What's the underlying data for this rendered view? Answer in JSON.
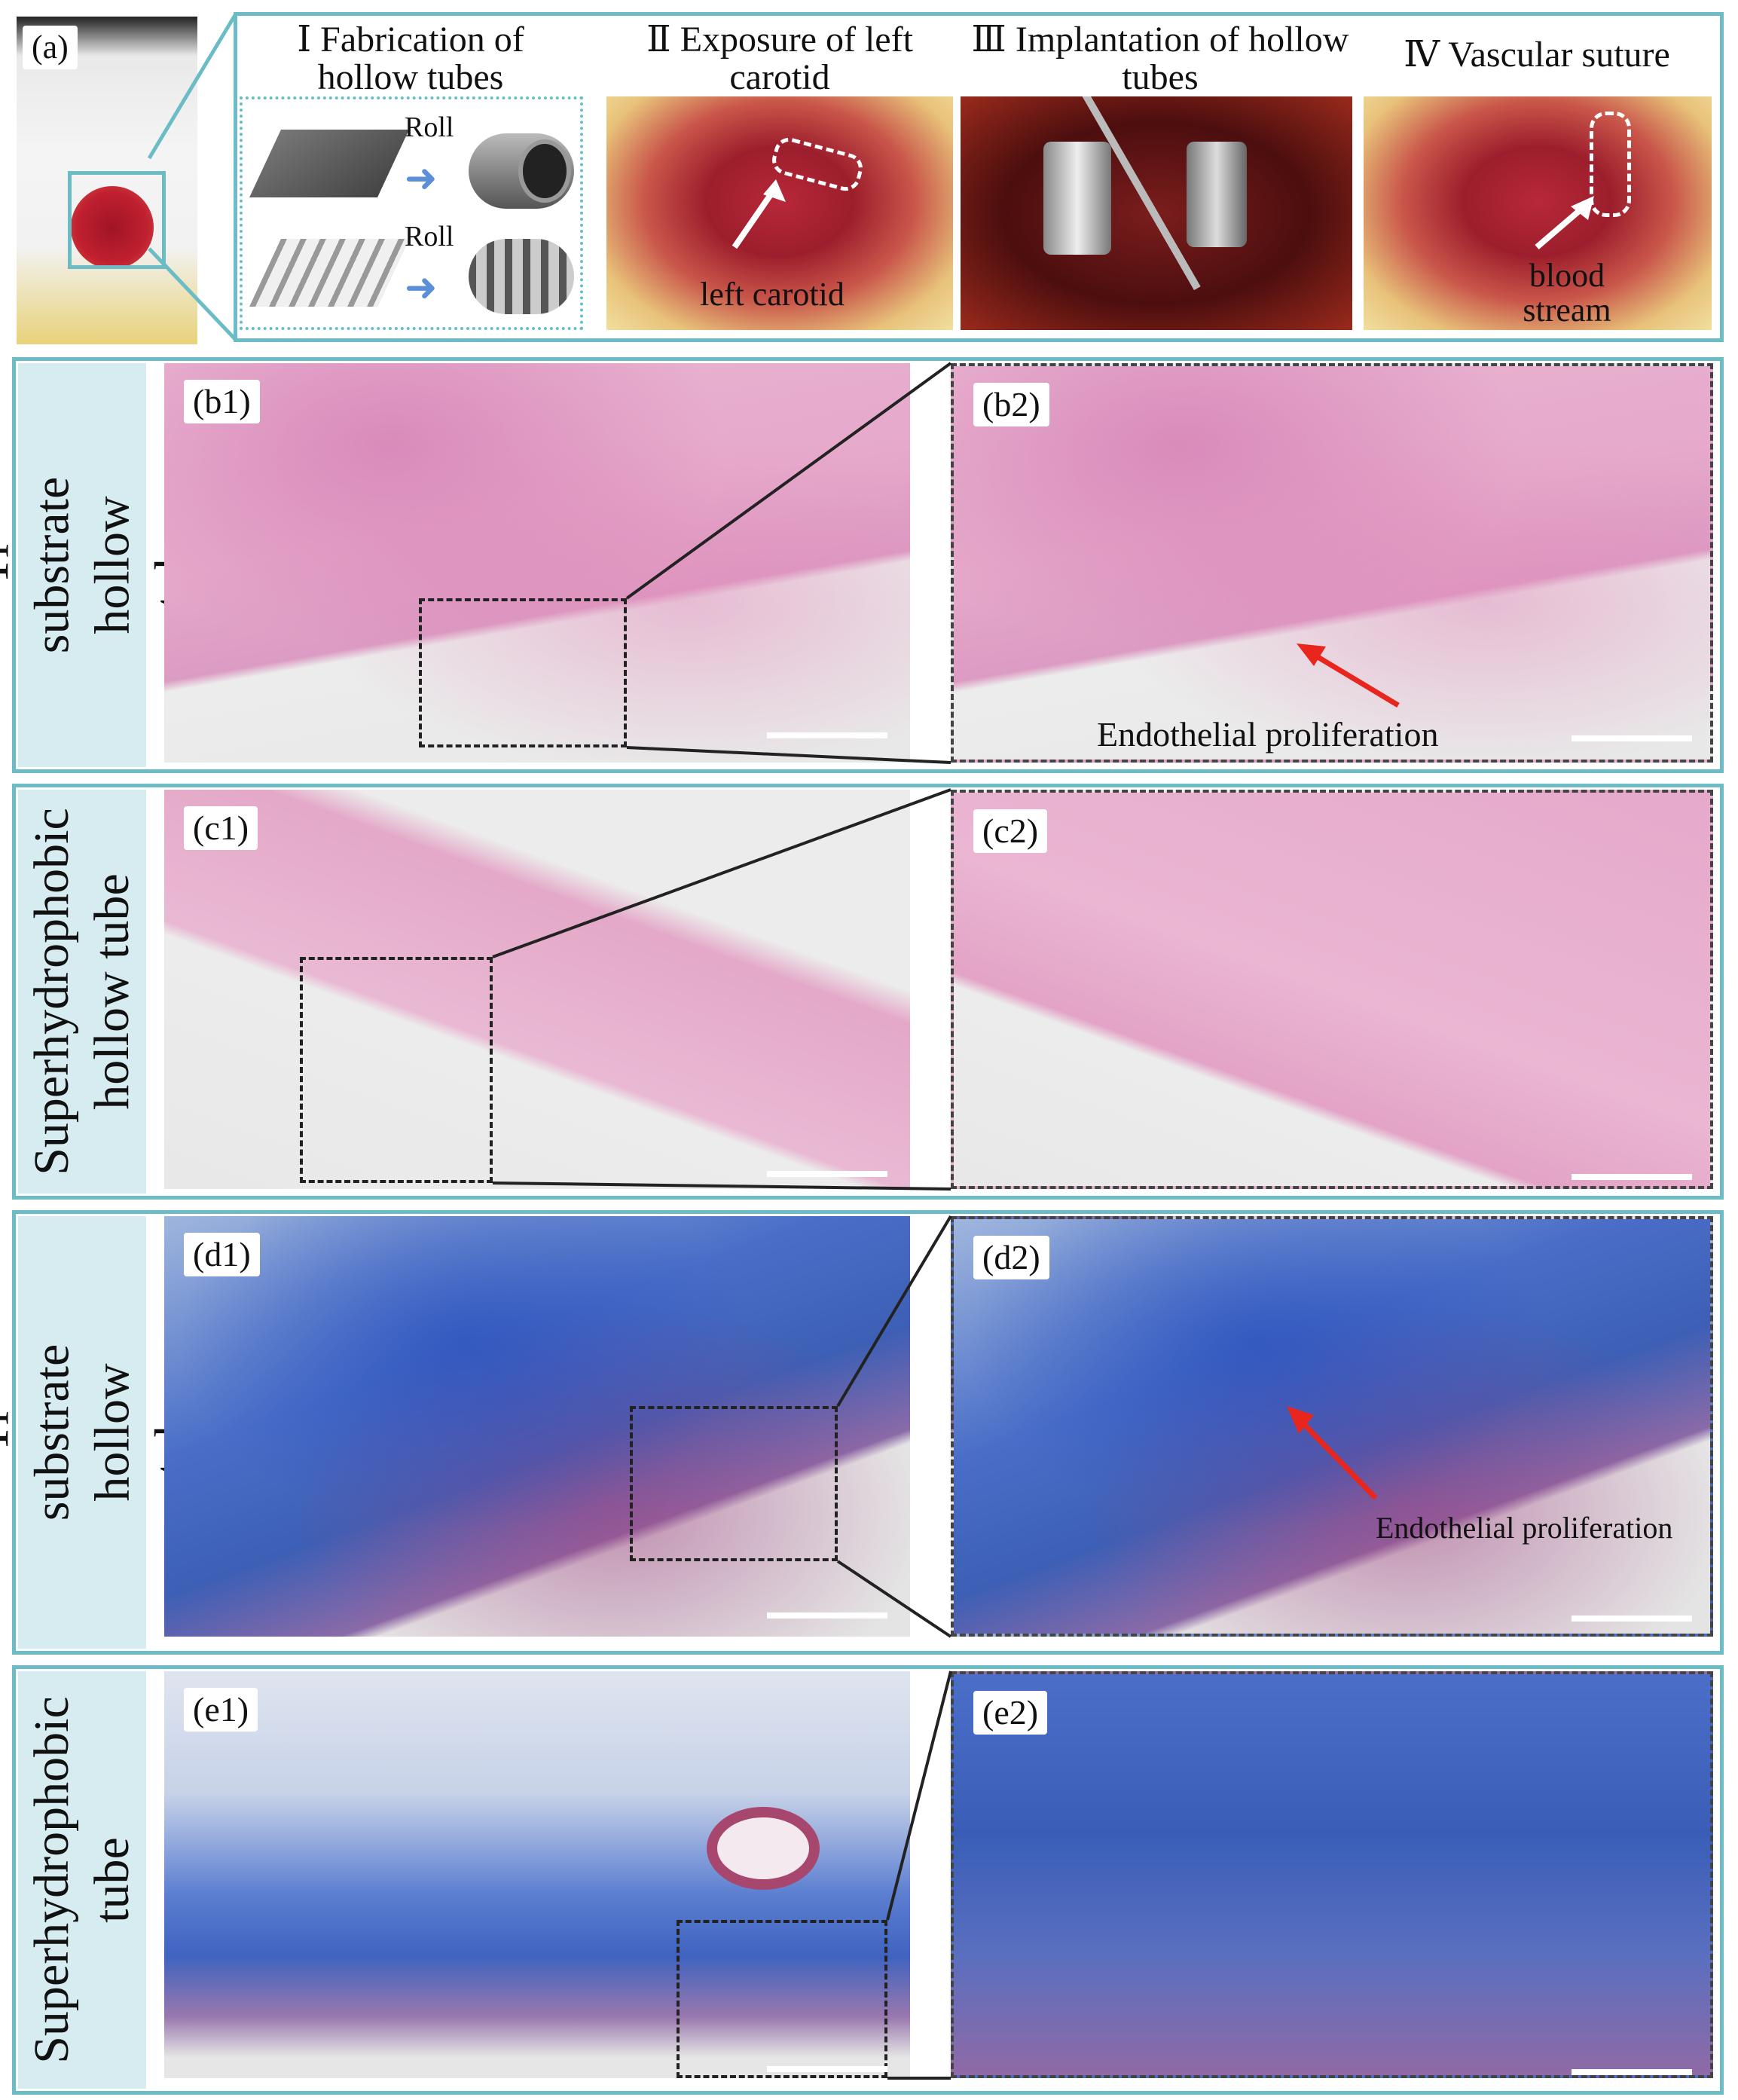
{
  "panel_a": {
    "tag": "(a)",
    "steps": [
      {
        "title": "Ⅰ Fabrication of hollow tubes"
      },
      {
        "title": "Ⅱ Exposure of left carotid"
      },
      {
        "title": "Ⅲ Implantation of hollow tubes"
      },
      {
        "title": "Ⅳ Vascular suture"
      }
    ],
    "roll_label_1": "Roll",
    "roll_label_2": "Roll",
    "left_carotid_label": "left carotid",
    "blood_stream_label": "blood stream"
  },
  "rows": [
    {
      "side_label": "Ti substrate hollow tube",
      "left_tag": "(b1)",
      "right_tag": "(b2)",
      "annotation": "Endothelial proliferation",
      "stain": "hne"
    },
    {
      "side_label": "Superhydrophobic hollow tube",
      "left_tag": "(c1)",
      "right_tag": "(c2)",
      "annotation": "",
      "stain": "hne"
    },
    {
      "side_label": "Ti substrate hollow tube",
      "left_tag": "(d1)",
      "right_tag": "(d2)",
      "annotation": "Endothelial proliferation",
      "stain": "masson"
    },
    {
      "side_label": "Superhydrophobic tube",
      "left_tag": "(e1)",
      "right_tag": "(e2)",
      "annotation": "",
      "stain": "masson"
    }
  ],
  "colors": {
    "frame": "#6cbcc6",
    "side_label_bg": "#d6ecf1",
    "arrow_red": "#e8261e"
  }
}
